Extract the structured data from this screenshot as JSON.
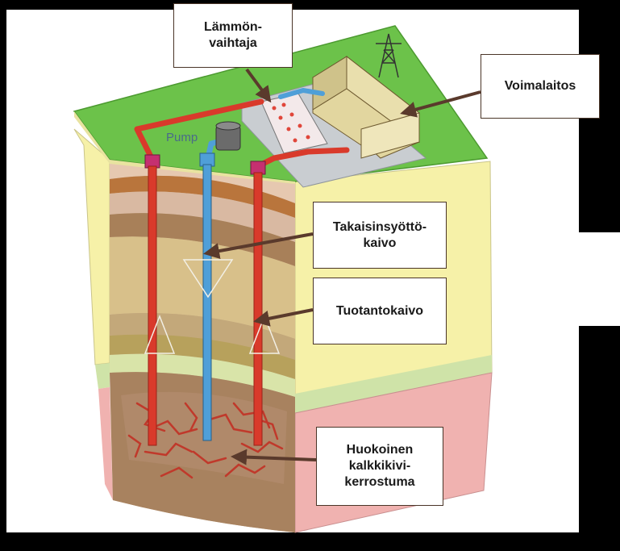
{
  "labels": {
    "heat_exchanger": "Lämmön-\nvaihtaja",
    "power_plant": "Voimalaitos",
    "injection_well": "Takaisinsyöttö-\nkaivo",
    "production_well": "Tuotantokaivo",
    "porous_limestone": "Huokoinen\nkalkkikivi-\nkerrostuma"
  },
  "diagram_text": {
    "pump": "Pump"
  },
  "colors": {
    "ground_surface": "#6cc24a",
    "hot_pipe": "#d93a2b",
    "cold_pipe": "#4f9fd8",
    "reservoir": "#f0b2b0",
    "side_wall": "#f6f1a8",
    "arrow": "#5a3a2c"
  }
}
